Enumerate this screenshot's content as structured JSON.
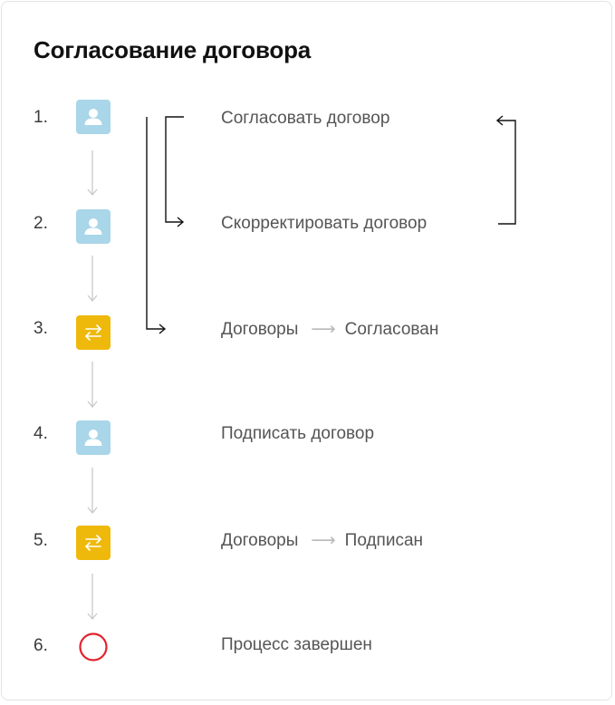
{
  "title": "Согласование договора",
  "steps": [
    {
      "num": "1.",
      "icon": "user-icon",
      "text": "Согласовать договор"
    },
    {
      "num": "2.",
      "icon": "user-icon",
      "text": "Скорректировать договор"
    },
    {
      "num": "3.",
      "icon": "transition-icon",
      "text_from": "Договоры",
      "text_to": "Согласован"
    },
    {
      "num": "4.",
      "icon": "user-icon",
      "text": "Подписать договор"
    },
    {
      "num": "5.",
      "icon": "transition-icon",
      "text_from": "Договоры",
      "text_to": "Подписан"
    },
    {
      "num": "6.",
      "icon": "end-circle-icon",
      "text": "Процесс завершен"
    }
  ],
  "colors": {
    "user_icon_bg": "#a9d6e8",
    "transition_icon_bg": "#efb90c",
    "end_circle": "#e2232e",
    "connector": "#c8c8c8"
  }
}
